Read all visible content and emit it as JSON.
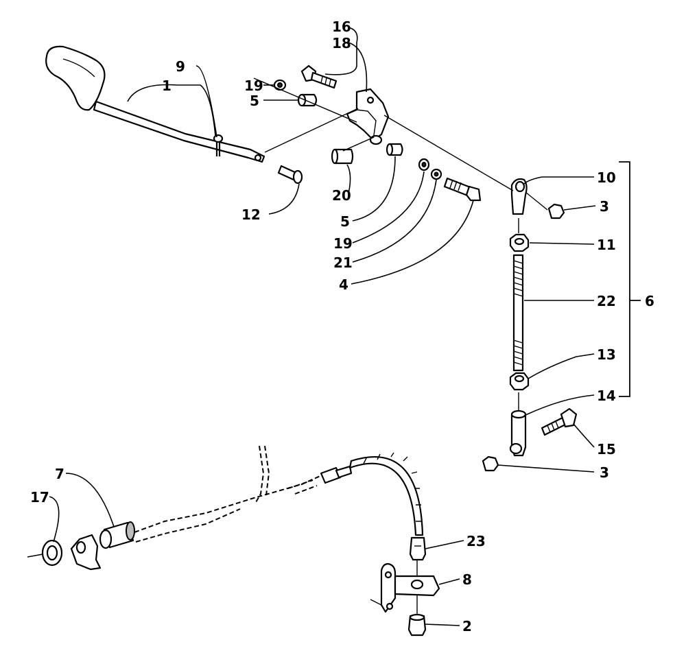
{
  "callouts": [
    {
      "id": "1",
      "label": "1"
    },
    {
      "id": "2",
      "label": "2"
    },
    {
      "id": "3a",
      "label": "3"
    },
    {
      "id": "3b",
      "label": "3"
    },
    {
      "id": "4",
      "label": "4"
    },
    {
      "id": "5a",
      "label": "5"
    },
    {
      "id": "5b",
      "label": "5"
    },
    {
      "id": "6",
      "label": "6"
    },
    {
      "id": "7",
      "label": "7"
    },
    {
      "id": "8",
      "label": "8"
    },
    {
      "id": "9",
      "label": "9"
    },
    {
      "id": "10",
      "label": "10"
    },
    {
      "id": "11",
      "label": "11"
    },
    {
      "id": "12",
      "label": "12"
    },
    {
      "id": "13",
      "label": "13"
    },
    {
      "id": "14",
      "label": "14"
    },
    {
      "id": "15",
      "label": "15"
    },
    {
      "id": "16",
      "label": "16"
    },
    {
      "id": "17",
      "label": "17"
    },
    {
      "id": "18",
      "label": "18"
    },
    {
      "id": "19a",
      "label": "19"
    },
    {
      "id": "19b",
      "label": "19"
    },
    {
      "id": "20",
      "label": "20"
    },
    {
      "id": "21",
      "label": "21"
    },
    {
      "id": "22",
      "label": "22"
    },
    {
      "id": "23",
      "label": "23"
    }
  ]
}
